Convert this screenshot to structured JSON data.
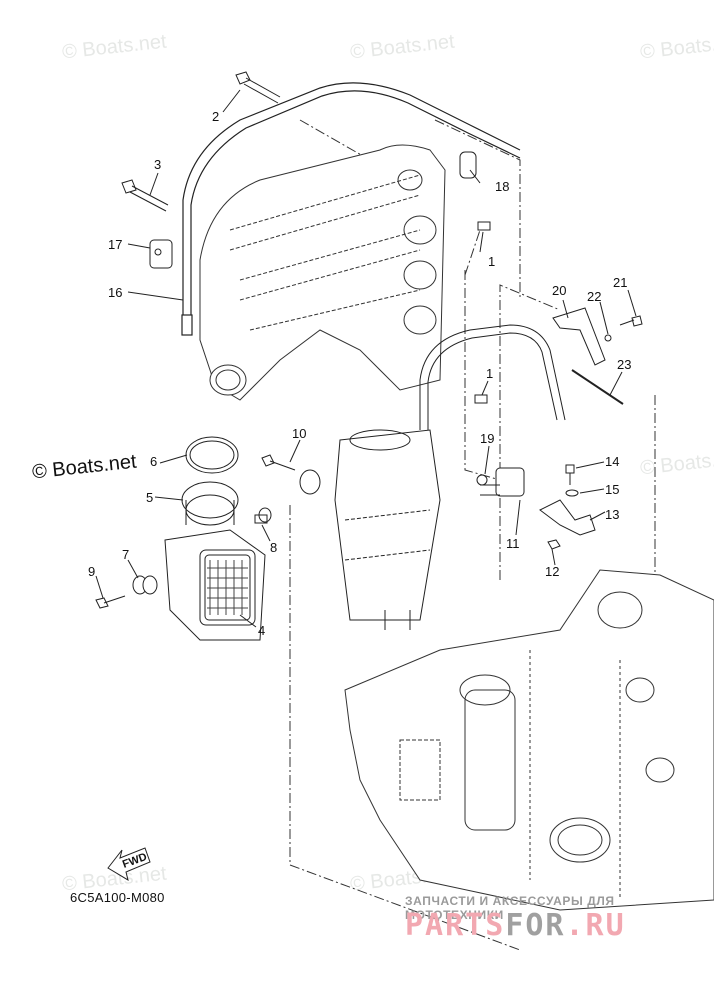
{
  "watermarks": {
    "text": "© Boats.net",
    "dark_text": "© Boats.net"
  },
  "diagram_code": "6C5A100-M080",
  "fwd_label": "FWD",
  "callouts": [
    {
      "id": "1a",
      "label": "1"
    },
    {
      "id": "1b",
      "label": "1"
    },
    {
      "id": "2",
      "label": "2"
    },
    {
      "id": "3",
      "label": "3"
    },
    {
      "id": "4",
      "label": "4"
    },
    {
      "id": "5",
      "label": "5"
    },
    {
      "id": "6",
      "label": "6"
    },
    {
      "id": "7",
      "label": "7"
    },
    {
      "id": "8",
      "label": "8"
    },
    {
      "id": "9",
      "label": "9"
    },
    {
      "id": "10",
      "label": "10"
    },
    {
      "id": "11",
      "label": "11"
    },
    {
      "id": "12",
      "label": "12"
    },
    {
      "id": "13",
      "label": "13"
    },
    {
      "id": "14",
      "label": "14"
    },
    {
      "id": "15",
      "label": "15"
    },
    {
      "id": "16",
      "label": "16"
    },
    {
      "id": "17",
      "label": "17"
    },
    {
      "id": "18",
      "label": "18"
    },
    {
      "id": "19",
      "label": "19"
    },
    {
      "id": "20",
      "label": "20"
    },
    {
      "id": "21",
      "label": "21"
    },
    {
      "id": "22",
      "label": "22"
    },
    {
      "id": "23",
      "label": "23"
    }
  ],
  "footer": {
    "tagline": "ЗАПЧАСТИ И АКСЕССУАРЫ ДЛЯ МОТОТЕХНИКИ",
    "logo_part_a": "PARTS",
    "logo_part_b": "FOR",
    "logo_part_c": ".RU",
    "colors": {
      "pink": "#f2a8b1",
      "gray": "#a0a0a0"
    }
  }
}
